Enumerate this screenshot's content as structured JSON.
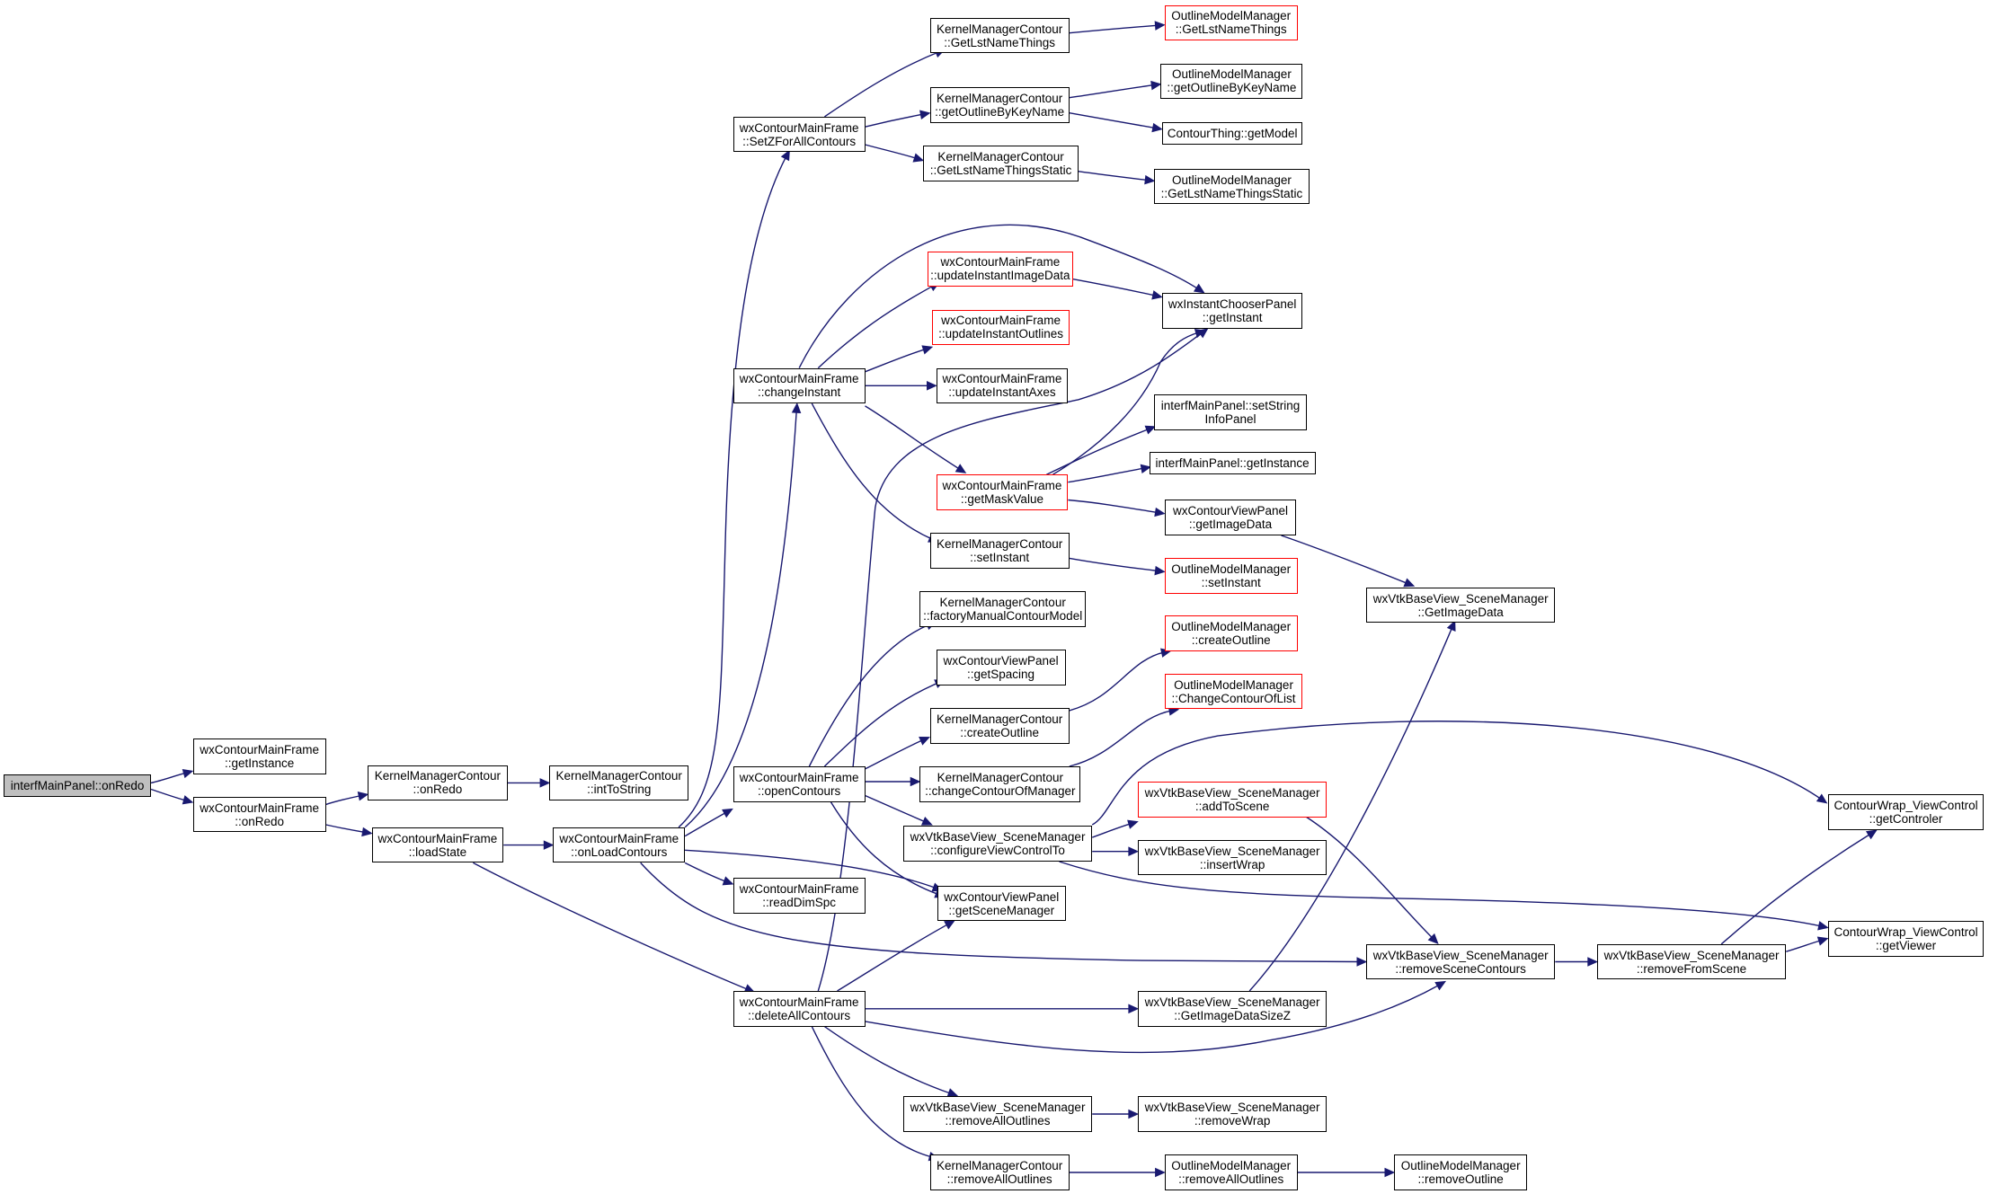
{
  "diagram": {
    "colors": {
      "edge": "#191970",
      "red_border": "#ff0000",
      "root_fill": "#bfbfbf",
      "node_border": "#000000"
    },
    "nodes": [
      {
        "id": "n_root",
        "lines": [
          "interfMainPanel::onRedo"
        ],
        "style": "root"
      },
      {
        "id": "n_getInstanceMF",
        "lines": [
          "wxContourMainFrame",
          "::getInstance"
        ]
      },
      {
        "id": "n_onRedoMF",
        "lines": [
          "wxContourMainFrame",
          "::onRedo"
        ]
      },
      {
        "id": "n_kmcOnRedo",
        "lines": [
          "KernelManagerContour",
          "::onRedo"
        ]
      },
      {
        "id": "n_intToString",
        "lines": [
          "KernelManagerContour",
          "::intToString"
        ]
      },
      {
        "id": "n_loadState",
        "lines": [
          "wxContourMainFrame",
          "::loadState"
        ]
      },
      {
        "id": "n_onLoadContours",
        "lines": [
          "wxContourMainFrame",
          "::onLoadContours"
        ]
      },
      {
        "id": "n_setZ",
        "lines": [
          "wxContourMainFrame",
          "::SetZForAllContours"
        ]
      },
      {
        "id": "n_changeInstant",
        "lines": [
          "wxContourMainFrame",
          "::changeInstant"
        ]
      },
      {
        "id": "n_openContours",
        "lines": [
          "wxContourMainFrame",
          "::openContours"
        ]
      },
      {
        "id": "n_readDimSpc",
        "lines": [
          "wxContourMainFrame",
          "::readDimSpc"
        ]
      },
      {
        "id": "n_deleteAll",
        "lines": [
          "wxContourMainFrame",
          "::deleteAllContours"
        ]
      },
      {
        "id": "n_kmcGetLst",
        "lines": [
          "KernelManagerContour",
          "::GetLstNameThings"
        ]
      },
      {
        "id": "n_kmcGetOutline",
        "lines": [
          "KernelManagerContour",
          "::getOutlineByKeyName"
        ]
      },
      {
        "id": "n_kmcGetLstStatic",
        "lines": [
          "KernelManagerContour",
          "::GetLstNameThingsStatic"
        ]
      },
      {
        "id": "n_omGetLst",
        "lines": [
          "OutlineModelManager",
          "::GetLstNameThings"
        ],
        "style": "red"
      },
      {
        "id": "n_omGetOutline",
        "lines": [
          "OutlineModelManager",
          "::getOutlineByKeyName"
        ]
      },
      {
        "id": "n_ctGetModel",
        "lines": [
          "ContourThing::getModel"
        ]
      },
      {
        "id": "n_omGetLstStatic",
        "lines": [
          "OutlineModelManager",
          "::GetLstNameThingsStatic"
        ]
      },
      {
        "id": "n_updImgData",
        "lines": [
          "wxContourMainFrame",
          "::updateInstantImageData"
        ],
        "style": "red"
      },
      {
        "id": "n_updOutlines",
        "lines": [
          "wxContourMainFrame",
          "::updateInstantOutlines"
        ],
        "style": "red"
      },
      {
        "id": "n_updAxes",
        "lines": [
          "wxContourMainFrame",
          "::updateInstantAxes"
        ]
      },
      {
        "id": "n_getMask",
        "lines": [
          "wxContourMainFrame",
          "::getMaskValue"
        ],
        "style": "red"
      },
      {
        "id": "n_kmcSetInstant",
        "lines": [
          "KernelManagerContour",
          "::setInstant"
        ]
      },
      {
        "id": "n_icGetInstant",
        "lines": [
          "wxInstantChooserPanel",
          "::getInstant"
        ]
      },
      {
        "id": "n_setString",
        "lines": [
          "interfMainPanel::setString",
          "InfoPanel"
        ]
      },
      {
        "id": "n_imGetInstance",
        "lines": [
          "interfMainPanel::getInstance"
        ]
      },
      {
        "id": "n_vpGetImageData",
        "lines": [
          "wxContourViewPanel",
          "::getImageData"
        ]
      },
      {
        "id": "n_omSetInstant",
        "lines": [
          "OutlineModelManager",
          "::setInstant"
        ],
        "style": "red"
      },
      {
        "id": "n_smGetImageData",
        "lines": [
          "wxVtkBaseView_SceneManager",
          "::GetImageData"
        ]
      },
      {
        "id": "n_kmcFactory",
        "lines": [
          "KernelManagerContour",
          "::factoryManualContourModel"
        ]
      },
      {
        "id": "n_vpGetSpacing",
        "lines": [
          "wxContourViewPanel",
          "::getSpacing"
        ]
      },
      {
        "id": "n_kmcCreateOutline",
        "lines": [
          "KernelManagerContour",
          "::createOutline"
        ]
      },
      {
        "id": "n_kmcChangeContour",
        "lines": [
          "KernelManagerContour",
          "::changeContourOfManager"
        ]
      },
      {
        "id": "n_smConfigure",
        "lines": [
          "wxVtkBaseView_SceneManager",
          "::configureViewControlTo"
        ]
      },
      {
        "id": "n_vpGetSceneManager",
        "lines": [
          "wxContourViewPanel",
          "::getSceneManager"
        ]
      },
      {
        "id": "n_omCreateOutline",
        "lines": [
          "OutlineModelManager",
          "::createOutline"
        ],
        "style": "red"
      },
      {
        "id": "n_omChangeContour",
        "lines": [
          "OutlineModelManager",
          "::ChangeContourOfList"
        ],
        "style": "red"
      },
      {
        "id": "n_smAddToScene",
        "lines": [
          "wxVtkBaseView_SceneManager",
          "::addToScene"
        ],
        "style": "red"
      },
      {
        "id": "n_smInsertWrap",
        "lines": [
          "wxVtkBaseView_SceneManager",
          "::insertWrap"
        ]
      },
      {
        "id": "n_smRemoveSceneContours",
        "lines": [
          "wxVtkBaseView_SceneManager",
          "::removeSceneContours"
        ]
      },
      {
        "id": "n_smRemoveFromScene",
        "lines": [
          "wxVtkBaseView_SceneManager",
          "::removeFromScene"
        ]
      },
      {
        "id": "n_cwGetControler",
        "lines": [
          "ContourWrap_ViewControl",
          "::getControler"
        ]
      },
      {
        "id": "n_cwGetViewer",
        "lines": [
          "ContourWrap_ViewControl",
          "::getViewer"
        ]
      },
      {
        "id": "n_smGetImageDataSizeZ",
        "lines": [
          "wxVtkBaseView_SceneManager",
          "::GetImageDataSizeZ"
        ]
      },
      {
        "id": "n_smRemoveAllOutlines",
        "lines": [
          "wxVtkBaseView_SceneManager",
          "::removeAllOutlines"
        ]
      },
      {
        "id": "n_smRemoveWrap",
        "lines": [
          "wxVtkBaseView_SceneManager",
          "::removeWrap"
        ]
      },
      {
        "id": "n_kmcRemoveAllOutlines",
        "lines": [
          "KernelManagerContour",
          "::removeAllOutlines"
        ]
      },
      {
        "id": "n_omRemoveAllOutlines",
        "lines": [
          "OutlineModelManager",
          "::removeAllOutlines"
        ]
      },
      {
        "id": "n_omRemoveOutline",
        "lines": [
          "OutlineModelManager",
          "::removeOutline"
        ]
      }
    ],
    "edges": [
      [
        "n_root",
        "n_getInstanceMF"
      ],
      [
        "n_root",
        "n_onRedoMF"
      ],
      [
        "n_onRedoMF",
        "n_kmcOnRedo"
      ],
      [
        "n_onRedoMF",
        "n_loadState"
      ],
      [
        "n_kmcOnRedo",
        "n_intToString"
      ],
      [
        "n_loadState",
        "n_onLoadContours"
      ],
      [
        "n_loadState",
        "n_deleteAll"
      ],
      [
        "n_onLoadContours",
        "n_setZ"
      ],
      [
        "n_onLoadContours",
        "n_changeInstant"
      ],
      [
        "n_onLoadContours",
        "n_openContours"
      ],
      [
        "n_onLoadContours",
        "n_readDimSpc"
      ],
      [
        "n_onLoadContours",
        "n_vpGetSceneManager"
      ],
      [
        "n_onLoadContours",
        "n_smRemoveSceneContours"
      ],
      [
        "n_setZ",
        "n_kmcGetLst"
      ],
      [
        "n_setZ",
        "n_kmcGetOutline"
      ],
      [
        "n_setZ",
        "n_kmcGetLstStatic"
      ],
      [
        "n_kmcGetLst",
        "n_omGetLst"
      ],
      [
        "n_kmcGetOutline",
        "n_omGetOutline"
      ],
      [
        "n_kmcGetOutline",
        "n_ctGetModel"
      ],
      [
        "n_kmcGetLstStatic",
        "n_omGetLstStatic"
      ],
      [
        "n_changeInstant",
        "n_icGetInstant"
      ],
      [
        "n_changeInstant",
        "n_updImgData"
      ],
      [
        "n_changeInstant",
        "n_updOutlines"
      ],
      [
        "n_changeInstant",
        "n_updAxes"
      ],
      [
        "n_changeInstant",
        "n_getMask"
      ],
      [
        "n_changeInstant",
        "n_kmcSetInstant"
      ],
      [
        "n_updImgData",
        "n_icGetInstant"
      ],
      [
        "n_getMask",
        "n_icGetInstant"
      ],
      [
        "n_getMask",
        "n_setString"
      ],
      [
        "n_getMask",
        "n_imGetInstance"
      ],
      [
        "n_getMask",
        "n_vpGetImageData"
      ],
      [
        "n_vpGetImageData",
        "n_smGetImageData"
      ],
      [
        "n_kmcSetInstant",
        "n_omSetInstant"
      ],
      [
        "n_openContours",
        "n_kmcFactory"
      ],
      [
        "n_openContours",
        "n_vpGetSpacing"
      ],
      [
        "n_openContours",
        "n_kmcCreateOutline"
      ],
      [
        "n_openContours",
        "n_kmcChangeContour"
      ],
      [
        "n_openContours",
        "n_smConfigure"
      ],
      [
        "n_openContours",
        "n_vpGetSceneManager"
      ],
      [
        "n_kmcCreateOutline",
        "n_omCreateOutline"
      ],
      [
        "n_kmcChangeContour",
        "n_omChangeContour"
      ],
      [
        "n_smConfigure",
        "n_cwGetControler"
      ],
      [
        "n_smConfigure",
        "n_smAddToScene"
      ],
      [
        "n_smConfigure",
        "n_smInsertWrap"
      ],
      [
        "n_smConfigure",
        "n_cwGetViewer"
      ],
      [
        "n_smAddToScene",
        "n_smRemoveSceneContours"
      ],
      [
        "n_smRemoveSceneContours",
        "n_smRemoveFromScene"
      ],
      [
        "n_smRemoveFromScene",
        "n_cwGetControler"
      ],
      [
        "n_smRemoveFromScene",
        "n_cwGetViewer"
      ],
      [
        "n_deleteAll",
        "n_icGetInstant"
      ],
      [
        "n_deleteAll",
        "n_vpGetSceneManager"
      ],
      [
        "n_deleteAll",
        "n_smGetImageDataSizeZ"
      ],
      [
        "n_deleteAll",
        "n_smRemoveSceneContours"
      ],
      [
        "n_deleteAll",
        "n_smRemoveAllOutlines"
      ],
      [
        "n_deleteAll",
        "n_kmcRemoveAllOutlines"
      ],
      [
        "n_smGetImageDataSizeZ",
        "n_smGetImageData"
      ],
      [
        "n_smRemoveAllOutlines",
        "n_smRemoveWrap"
      ],
      [
        "n_kmcRemoveAllOutlines",
        "n_omRemoveAllOutlines"
      ],
      [
        "n_omRemoveAllOutlines",
        "n_omRemoveOutline"
      ]
    ]
  }
}
